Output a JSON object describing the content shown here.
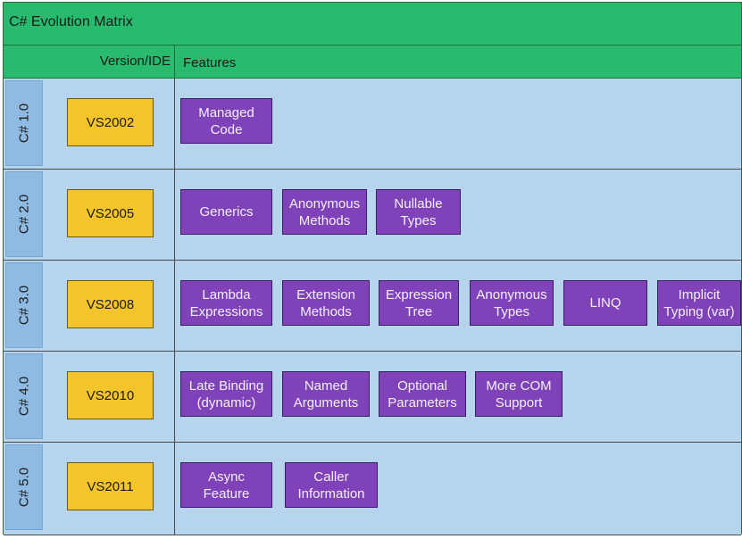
{
  "title": "C# Evolution Matrix",
  "headers": {
    "version_ide": "Version/IDE",
    "features": "Features"
  },
  "rows": [
    {
      "version": "C# 1.0",
      "ide": "VS2002",
      "features": [
        "Managed\nCode"
      ]
    },
    {
      "version": "C# 2.0",
      "ide": "VS2005",
      "features": [
        "Generics",
        "Anonymous\nMethods",
        "Nullable\nTypes"
      ]
    },
    {
      "version": "C# 3.0",
      "ide": "VS2008",
      "features": [
        "Lambda\nExpressions",
        "Extension\nMethods",
        "Expression\nTree",
        "Anonymous\nTypes",
        "LINQ",
        "Implicit\nTyping (var)"
      ]
    },
    {
      "version": "C# 4.0",
      "ide": "VS2010",
      "features": [
        "Late Binding\n(dynamic)",
        "Named\nArguments",
        "Optional\nParameters",
        "More COM\nSupport"
      ]
    },
    {
      "version": "C# 5.0",
      "ide": "VS2011",
      "features": [
        "Async\nFeature",
        "Caller\nInformation"
      ]
    }
  ],
  "colors": {
    "header_green": "#28bb6d",
    "row_blue": "#b7d4ee",
    "version_tab_blue": "#8fbbe2",
    "ide_yellow": "#f4c52a",
    "feature_purple": "#8042b8"
  }
}
